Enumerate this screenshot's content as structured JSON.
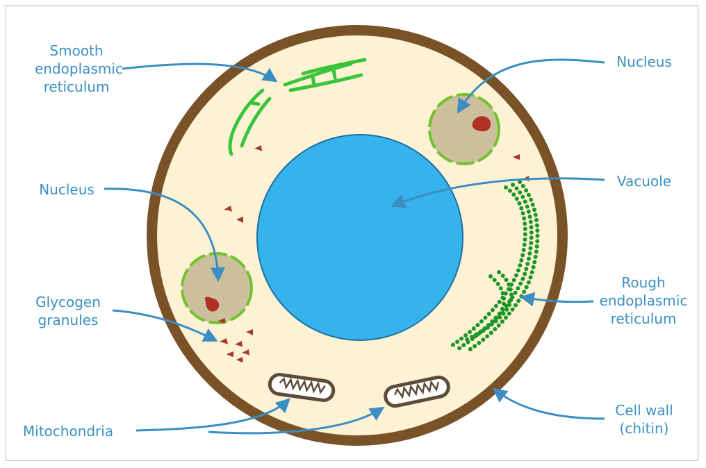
{
  "colors": {
    "cell_wall": "#7a5228",
    "cytoplasm": "#fdf3d4",
    "vacuole": "#37b3ec",
    "nucleus_fill": "#cbbf9c",
    "nucleus_border": "#72c22d",
    "nucleolus": "#b22f24",
    "er": "#3cc33c",
    "rough_er": "#1e9528",
    "glycogen": "#a53a2a",
    "mitochondria": "#5e4b3a",
    "label_text": "#3a8fc2",
    "arrow": "#3c8dc4"
  },
  "labels": {
    "smooth_er": [
      "Smooth",
      "endoplasmic",
      "reticulum"
    ],
    "nucleus_top": [
      "Nucleus"
    ],
    "nucleus_left": [
      "Nucleus"
    ],
    "vacuole": [
      "Vacuole"
    ],
    "glycogen": [
      "Glycogen",
      "granules"
    ],
    "rough_er": [
      "Rough",
      "endoplasmic",
      "reticulum"
    ],
    "mitochondria": [
      "Mitochondria"
    ],
    "cell_wall": [
      "Cell wall",
      "(chitin)"
    ]
  }
}
